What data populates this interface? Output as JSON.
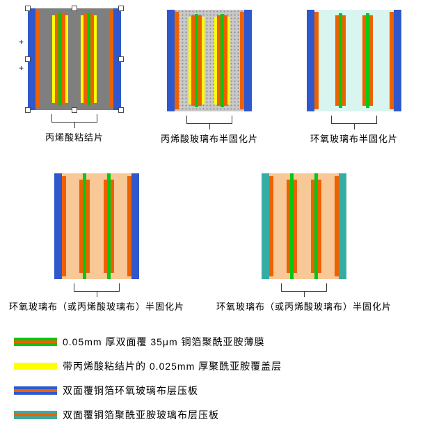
{
  "colors": {
    "blue": "#2F58CC",
    "teal": "#35ADA4",
    "orange": "#EE6100",
    "green": "#00C814",
    "yellow": "#FFFF00",
    "gray_adhesive": "#7F7F7F",
    "gray_prepreg": "#C9C9C9",
    "pale_cyan": "#D9F5F0",
    "peach": "#F9C897"
  },
  "diagrams": [
    {
      "name": "acrylic-bond-sheet",
      "label": "丙烯酸粘结片",
      "bg": "gray_adhesive",
      "selected": true,
      "stripes": [
        {
          "c": "blue",
          "w": 11,
          "i": 0
        },
        {
          "c": "orange",
          "w": 6,
          "i": 3
        },
        {
          "g": 1
        },
        {
          "c": "yellow",
          "w": 4,
          "i": 10
        },
        {
          "c": "orange",
          "w": 5,
          "i": 8
        },
        {
          "c": "green",
          "w": 5,
          "i": 6
        },
        {
          "c": "orange",
          "w": 5,
          "i": 8
        },
        {
          "c": "yellow",
          "w": 4,
          "i": 10
        },
        {
          "g": 1
        },
        {
          "c": "yellow",
          "w": 4,
          "i": 10
        },
        {
          "c": "orange",
          "w": 5,
          "i": 8
        },
        {
          "c": "green",
          "w": 5,
          "i": 6
        },
        {
          "c": "orange",
          "w": 5,
          "i": 8
        },
        {
          "c": "yellow",
          "w": 4,
          "i": 10
        },
        {
          "g": 1
        },
        {
          "c": "orange",
          "w": 6,
          "i": 3
        },
        {
          "c": "blue",
          "w": 11,
          "i": 0
        }
      ]
    },
    {
      "name": "acrylic-glass-prepreg",
      "label": "丙烯酸玻璃布半固化片",
      "bg": "gray_prepreg",
      "texture": "speckled",
      "stripes": [
        {
          "c": "blue",
          "w": 11,
          "i": 0
        },
        {
          "c": "orange",
          "w": 6,
          "i": 3
        },
        {
          "g": 1
        },
        {
          "c": "yellow",
          "w": 4,
          "i": 10
        },
        {
          "c": "orange",
          "w": 5,
          "i": 8
        },
        {
          "c": "green",
          "w": 5,
          "i": 6
        },
        {
          "c": "orange",
          "w": 5,
          "i": 8
        },
        {
          "c": "yellow",
          "w": 4,
          "i": 10
        },
        {
          "g": 1
        },
        {
          "c": "yellow",
          "w": 4,
          "i": 10
        },
        {
          "c": "orange",
          "w": 5,
          "i": 8
        },
        {
          "c": "green",
          "w": 5,
          "i": 6
        },
        {
          "c": "orange",
          "w": 5,
          "i": 8
        },
        {
          "c": "yellow",
          "w": 4,
          "i": 10
        },
        {
          "g": 1
        },
        {
          "c": "orange",
          "w": 6,
          "i": 3
        },
        {
          "c": "blue",
          "w": 11,
          "i": 0
        }
      ]
    },
    {
      "name": "epoxy-glass-prepreg",
      "label": "环氧玻璃布半固化片",
      "bg": "pale_cyan",
      "stripes": [
        {
          "c": "blue",
          "w": 11,
          "i": 0
        },
        {
          "c": "orange",
          "w": 6,
          "i": 3
        },
        {
          "g": 1
        },
        {
          "c": "orange",
          "w": 5,
          "i": 8
        },
        {
          "c": "green",
          "w": 5,
          "i": 5
        },
        {
          "c": "orange",
          "w": 5,
          "i": 8
        },
        {
          "g": 1
        },
        {
          "c": "orange",
          "w": 5,
          "i": 8
        },
        {
          "c": "green",
          "w": 5,
          "i": 5
        },
        {
          "c": "orange",
          "w": 5,
          "i": 8
        },
        {
          "g": 1
        },
        {
          "c": "orange",
          "w": 6,
          "i": 3
        },
        {
          "c": "blue",
          "w": 11,
          "i": 0
        }
      ]
    },
    {
      "name": "epoxy-or-acrylic-prepreg-epoxy-board",
      "label": "环氧玻璃布（或丙烯酸玻璃布）半固化片",
      "bg": "peach",
      "stripes": [
        {
          "c": "blue",
          "w": 11,
          "i": 0
        },
        {
          "c": "orange",
          "w": 6,
          "i": 4
        },
        {
          "g": 1
        },
        {
          "c": "orange",
          "w": 5,
          "i": 9
        },
        {
          "c": "green",
          "w": 5,
          "i": 0
        },
        {
          "c": "orange",
          "w": 5,
          "i": 9
        },
        {
          "g": 1
        },
        {
          "c": "orange",
          "w": 5,
          "i": 9
        },
        {
          "c": "green",
          "w": 5,
          "i": 0
        },
        {
          "c": "orange",
          "w": 5,
          "i": 9
        },
        {
          "g": 1
        },
        {
          "c": "orange",
          "w": 6,
          "i": 4
        },
        {
          "c": "blue",
          "w": 11,
          "i": 0
        }
      ]
    },
    {
      "name": "epoxy-or-acrylic-prepreg-pi-board",
      "label": "环氧玻璃布（或丙烯酸玻璃布）半固化片",
      "bg": "peach",
      "stripes": [
        {
          "c": "teal",
          "w": 11,
          "i": 0
        },
        {
          "c": "orange",
          "w": 6,
          "i": 4
        },
        {
          "g": 1
        },
        {
          "c": "orange",
          "w": 5,
          "i": 9
        },
        {
          "c": "green",
          "w": 5,
          "i": 0
        },
        {
          "c": "orange",
          "w": 5,
          "i": 9
        },
        {
          "g": 1
        },
        {
          "c": "orange",
          "w": 5,
          "i": 9
        },
        {
          "c": "green",
          "w": 5,
          "i": 0
        },
        {
          "c": "orange",
          "w": 5,
          "i": 9
        },
        {
          "g": 1
        },
        {
          "c": "orange",
          "w": 6,
          "i": 4
        },
        {
          "c": "teal",
          "w": 11,
          "i": 0
        }
      ]
    }
  ],
  "legend": [
    {
      "text": "0.05mm 厚双面覆 35μm 铜箔聚酰亚胺薄膜",
      "swatch": {
        "base": "green",
        "stripe": "orange",
        "h": 12
      }
    },
    {
      "text": "带丙烯酸粘结片的 0.025mm 厚聚酰亚胺覆盖层",
      "swatch": {
        "base": "yellow",
        "h": 10
      }
    },
    {
      "text": "双面覆铜箔环氧玻璃布层压板",
      "swatch": {
        "base": "blue",
        "stripe": "orange",
        "h": 12
      }
    },
    {
      "text": "双面覆铜箔聚酰亚胺玻璃布层压板",
      "swatch": {
        "base": "teal",
        "stripe": "orange",
        "h": 12
      }
    }
  ]
}
